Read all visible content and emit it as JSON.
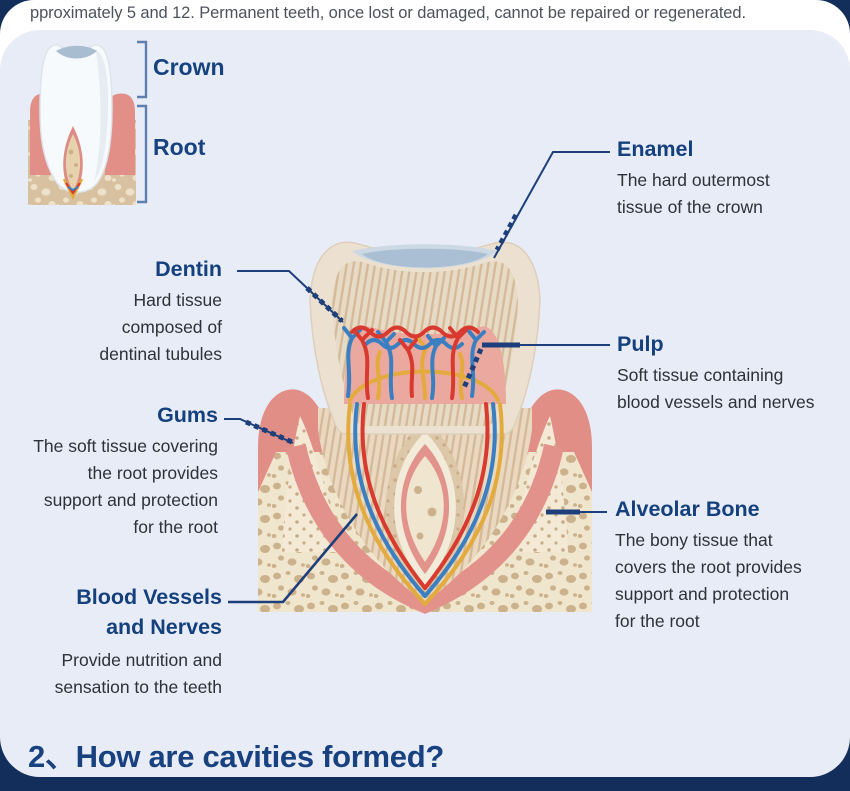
{
  "page": {
    "top_note": "pproximately 5 and 12. Permanent teeth, once lost or damaged, cannot be repaired or regenerated.",
    "heading": "2、How are cavities formed?"
  },
  "mini_diagram": {
    "crown": "Crown",
    "root": "Root"
  },
  "callouts": {
    "dentin": {
      "label": "Dentin",
      "lines": [
        "Hard tissue",
        "composed of",
        "dentinal tubules"
      ]
    },
    "enamel": {
      "label": "Enamel",
      "lines": [
        "The hard outermost",
        "tissue of the crown"
      ]
    },
    "pulp": {
      "label": "Pulp",
      "lines": [
        "Soft tissue containing",
        "blood vessels and nerves"
      ]
    },
    "gums": {
      "label": "Gums",
      "lines": [
        "The soft tissue covering",
        "the root provides",
        "support and protection",
        "for the root"
      ]
    },
    "alveolar_bone": {
      "label": "Alveolar Bone",
      "lines": [
        "The bony tissue that",
        "covers the root provides",
        "support and protection",
        "for the root"
      ]
    },
    "blood_vessels": {
      "label_lines": [
        "Blood Vessels",
        "and Nerves"
      ],
      "lines": [
        "Provide nutrition and",
        "sensation to the teeth"
      ]
    }
  },
  "colors": {
    "accent_blue": "#14417d",
    "leader_navy": "#1d3f7b",
    "panel_bg": "#e8ecf6",
    "footer_navy": "#132e5b",
    "gum_pink": "#e18e86",
    "bone_cream": "#f0e5cd",
    "dentin_tan": "#d6bd9e",
    "vessel_red": "#d83a2f",
    "vessel_blue": "#3a7fc1",
    "nerve_yellow": "#e3ab3d"
  }
}
